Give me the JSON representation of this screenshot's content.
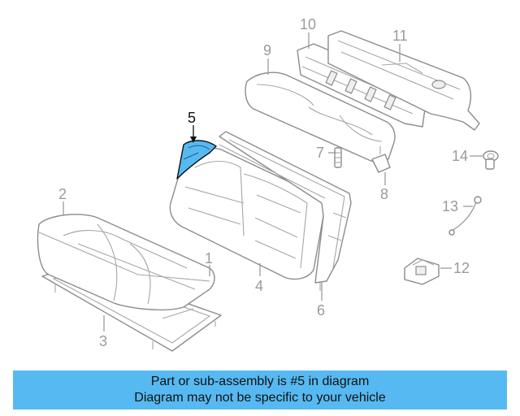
{
  "diagram": {
    "highlight_color": "#57b9f1",
    "callouts": [
      {
        "id": "1",
        "label": "1"
      },
      {
        "id": "2",
        "label": "2"
      },
      {
        "id": "3",
        "label": "3"
      },
      {
        "id": "4",
        "label": "4"
      },
      {
        "id": "5",
        "label": "5"
      },
      {
        "id": "6",
        "label": "6"
      },
      {
        "id": "7",
        "label": "7"
      },
      {
        "id": "8",
        "label": "8"
      },
      {
        "id": "9",
        "label": "9"
      },
      {
        "id": "10",
        "label": "10"
      },
      {
        "id": "11",
        "label": "11"
      },
      {
        "id": "12",
        "label": "12"
      },
      {
        "id": "13",
        "label": "13"
      },
      {
        "id": "14",
        "label": "14"
      }
    ],
    "highlighted_part": "5"
  },
  "banner": {
    "line1": "Part or sub-assembly is #5 in diagram",
    "line2": "Diagram may not be specific to your vehicle"
  }
}
